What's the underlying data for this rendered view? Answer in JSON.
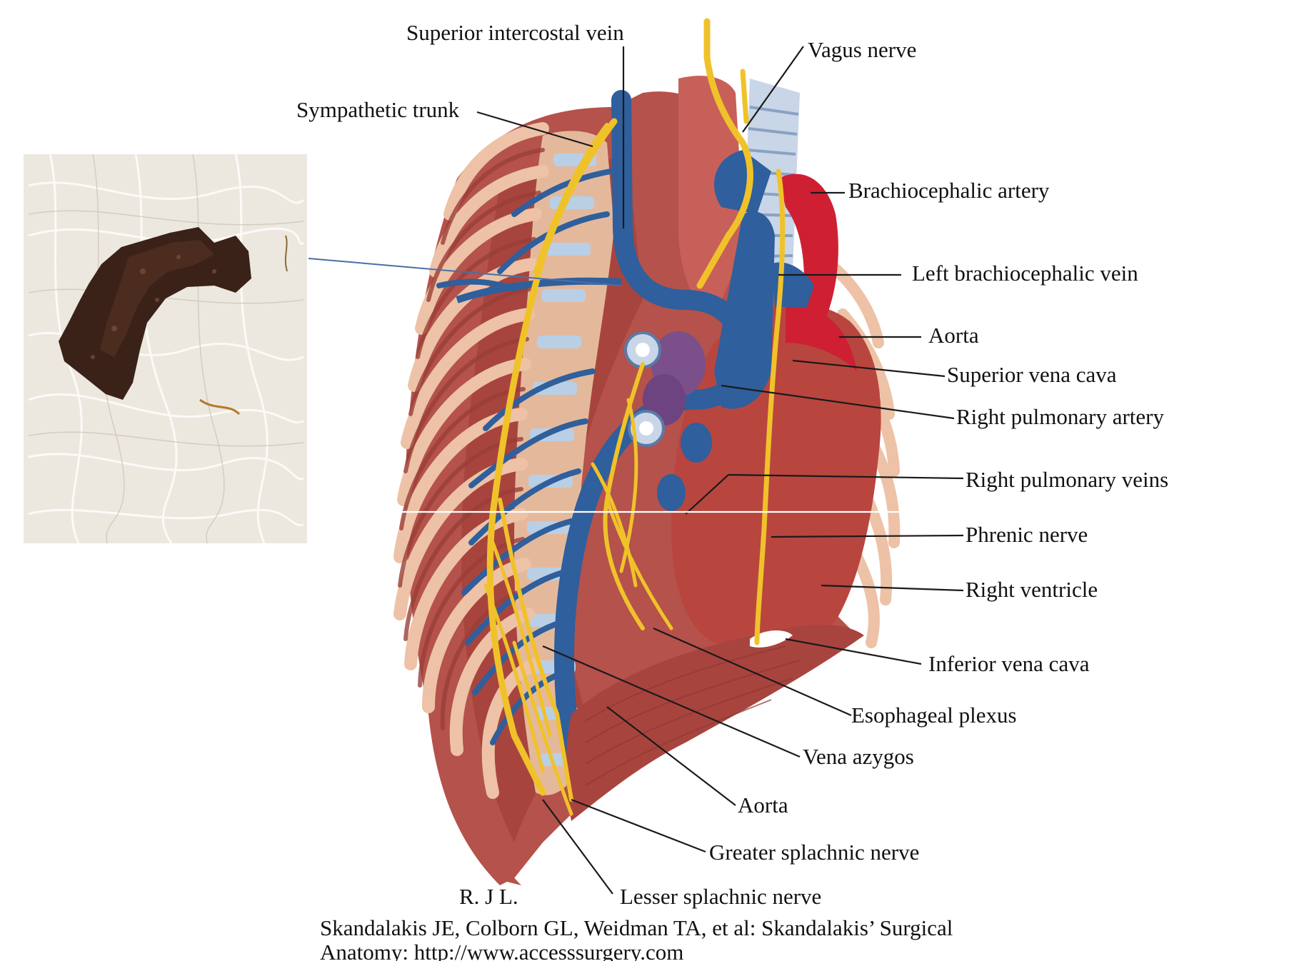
{
  "labels": {
    "superior_intercostal_vein": "Superior intercostal vein",
    "vagus_nerve": "Vagus nerve",
    "sympathetic_trunk": "Sympathetic trunk",
    "brachiocephalic_artery": "Brachiocephalic artery",
    "left_brachiocephalic_vein": "Left brachiocephalic vein",
    "aorta_upper": "Aorta",
    "superior_vena_cava": "Superior vena cava",
    "right_pulmonary_artery": "Right pulmonary artery",
    "right_pulmonary_veins": "Right pulmonary veins",
    "phrenic_nerve": "Phrenic nerve",
    "right_ventricle": "Right ventricle",
    "inferior_vena_cava": "Inferior vena cava",
    "esophageal_plexus": "Esophageal plexus",
    "vena_azygos": "Vena azygos",
    "aorta_lower": "Aorta",
    "greater_splanchnic_nerve": "Greater splachnic nerve",
    "lesser_splanchnic_nerve": "Lesser splachnic nerve"
  },
  "orientation": "R. J L.",
  "citation": {
    "line1": "Skandalakis JE, Colborn GL, Weidman TA, et al: Skandalakis’ Surgical",
    "line2": "Anatomy: http://www.accesssurgery.com"
  },
  "colors": {
    "muscle": "#b4524b",
    "muscle_dark": "#8e3a34",
    "rib": "#edc2a6",
    "vein": "#2f5f9c",
    "nerve": "#f0c22a",
    "artery": "#cf1f33",
    "heart": "#b8463f",
    "cartilage": "#b9cfe6",
    "specimen": "#3a2218",
    "gauze": "#ece8df"
  }
}
